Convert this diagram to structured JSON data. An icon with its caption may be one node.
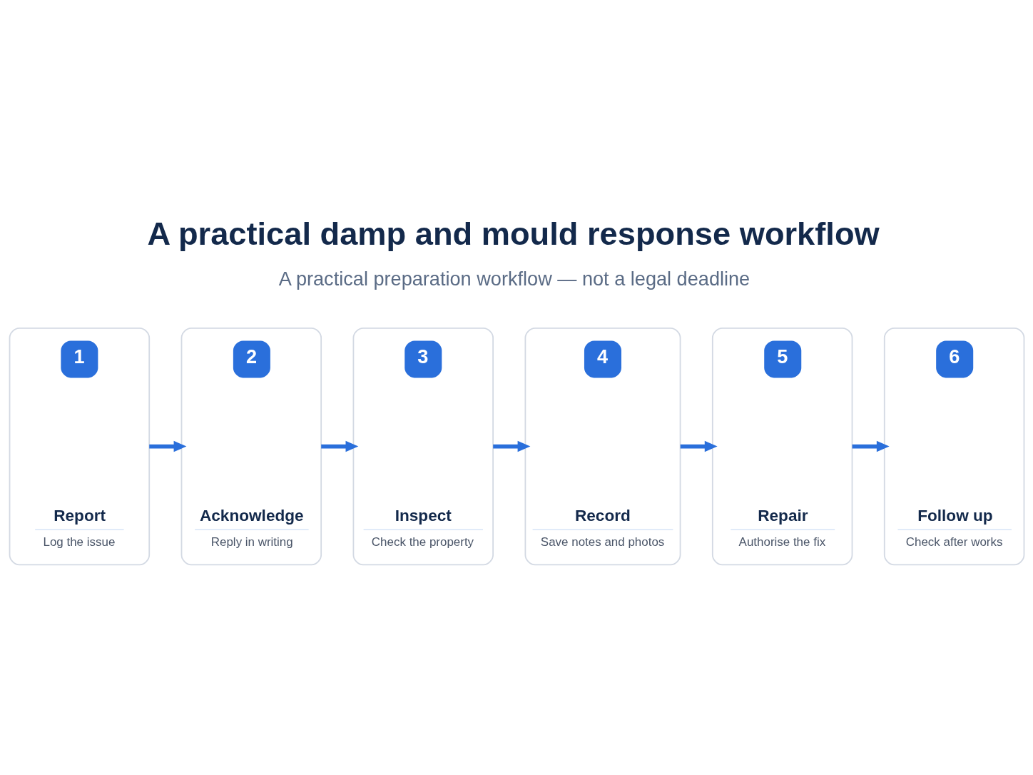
{
  "diagram": {
    "title": "A practical damp and mould response workflow",
    "caption": "A practical preparation workflow — not a legal deadline",
    "nodes": [
      {
        "text": [
          "1",
          "Report",
          "Log the issue"
        ]
      },
      {
        "text": [
          "2",
          "Acknowledge",
          "Reply in writing"
        ]
      },
      {
        "text": [
          "3",
          "Inspect",
          "Check the property"
        ]
      },
      {
        "text": [
          "4",
          "Record",
          "Save notes and photos"
        ]
      },
      {
        "text": [
          "5",
          "Repair",
          "Authorise the fix"
        ]
      },
      {
        "text": [
          "6",
          "Follow up",
          "Check after works"
        ]
      }
    ],
    "edges": [
      {
        "from": 0,
        "to": 1,
        "arrow": "to"
      },
      {
        "from": 1,
        "to": 2,
        "arrow": "to"
      },
      {
        "from": 2,
        "to": 3,
        "arrow": "to"
      },
      {
        "from": 3,
        "to": 4,
        "arrow": "to"
      },
      {
        "from": 4,
        "to": 5,
        "arrow": "to"
      }
    ]
  }
}
